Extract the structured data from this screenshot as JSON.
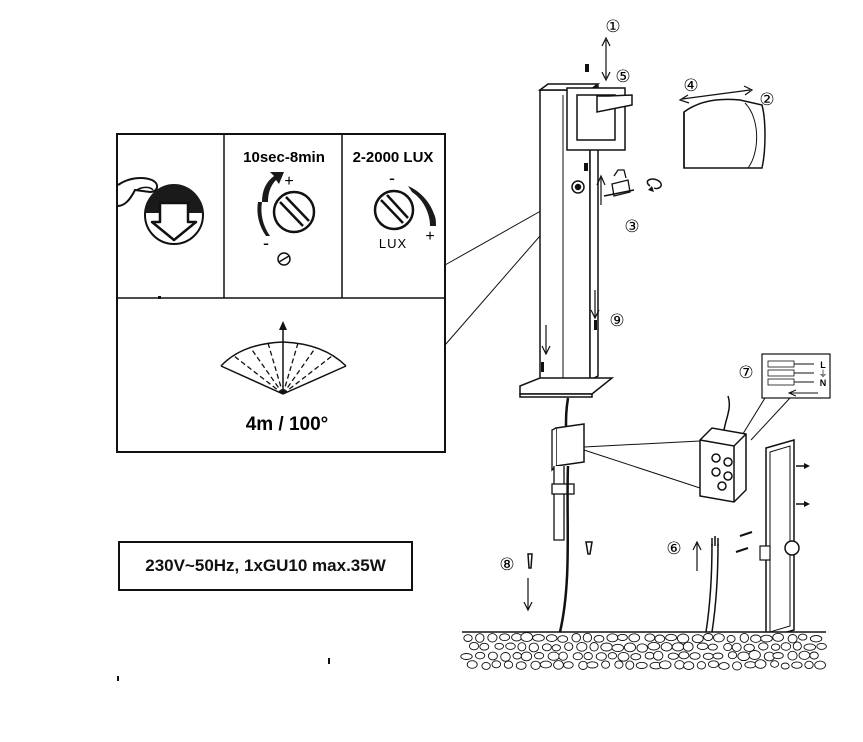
{
  "panel": {
    "time_label": "10sec-8min",
    "lux_label": "2-2000 LUX",
    "lux_knob_text": "LUX",
    "plus": "+",
    "minus": "-",
    "range_label": "4m / 100°"
  },
  "spec_text": "230V~50Hz, 1xGU10 max.35W",
  "steps": {
    "s1": "①",
    "s2": "②",
    "s3": "③",
    "s4": "④",
    "s5": "⑤",
    "s6": "⑥",
    "s7": "⑦",
    "s8": "⑧",
    "s9": "⑨"
  },
  "wiring": {
    "l": "L",
    "n": "N",
    "earth": "⏚"
  }
}
